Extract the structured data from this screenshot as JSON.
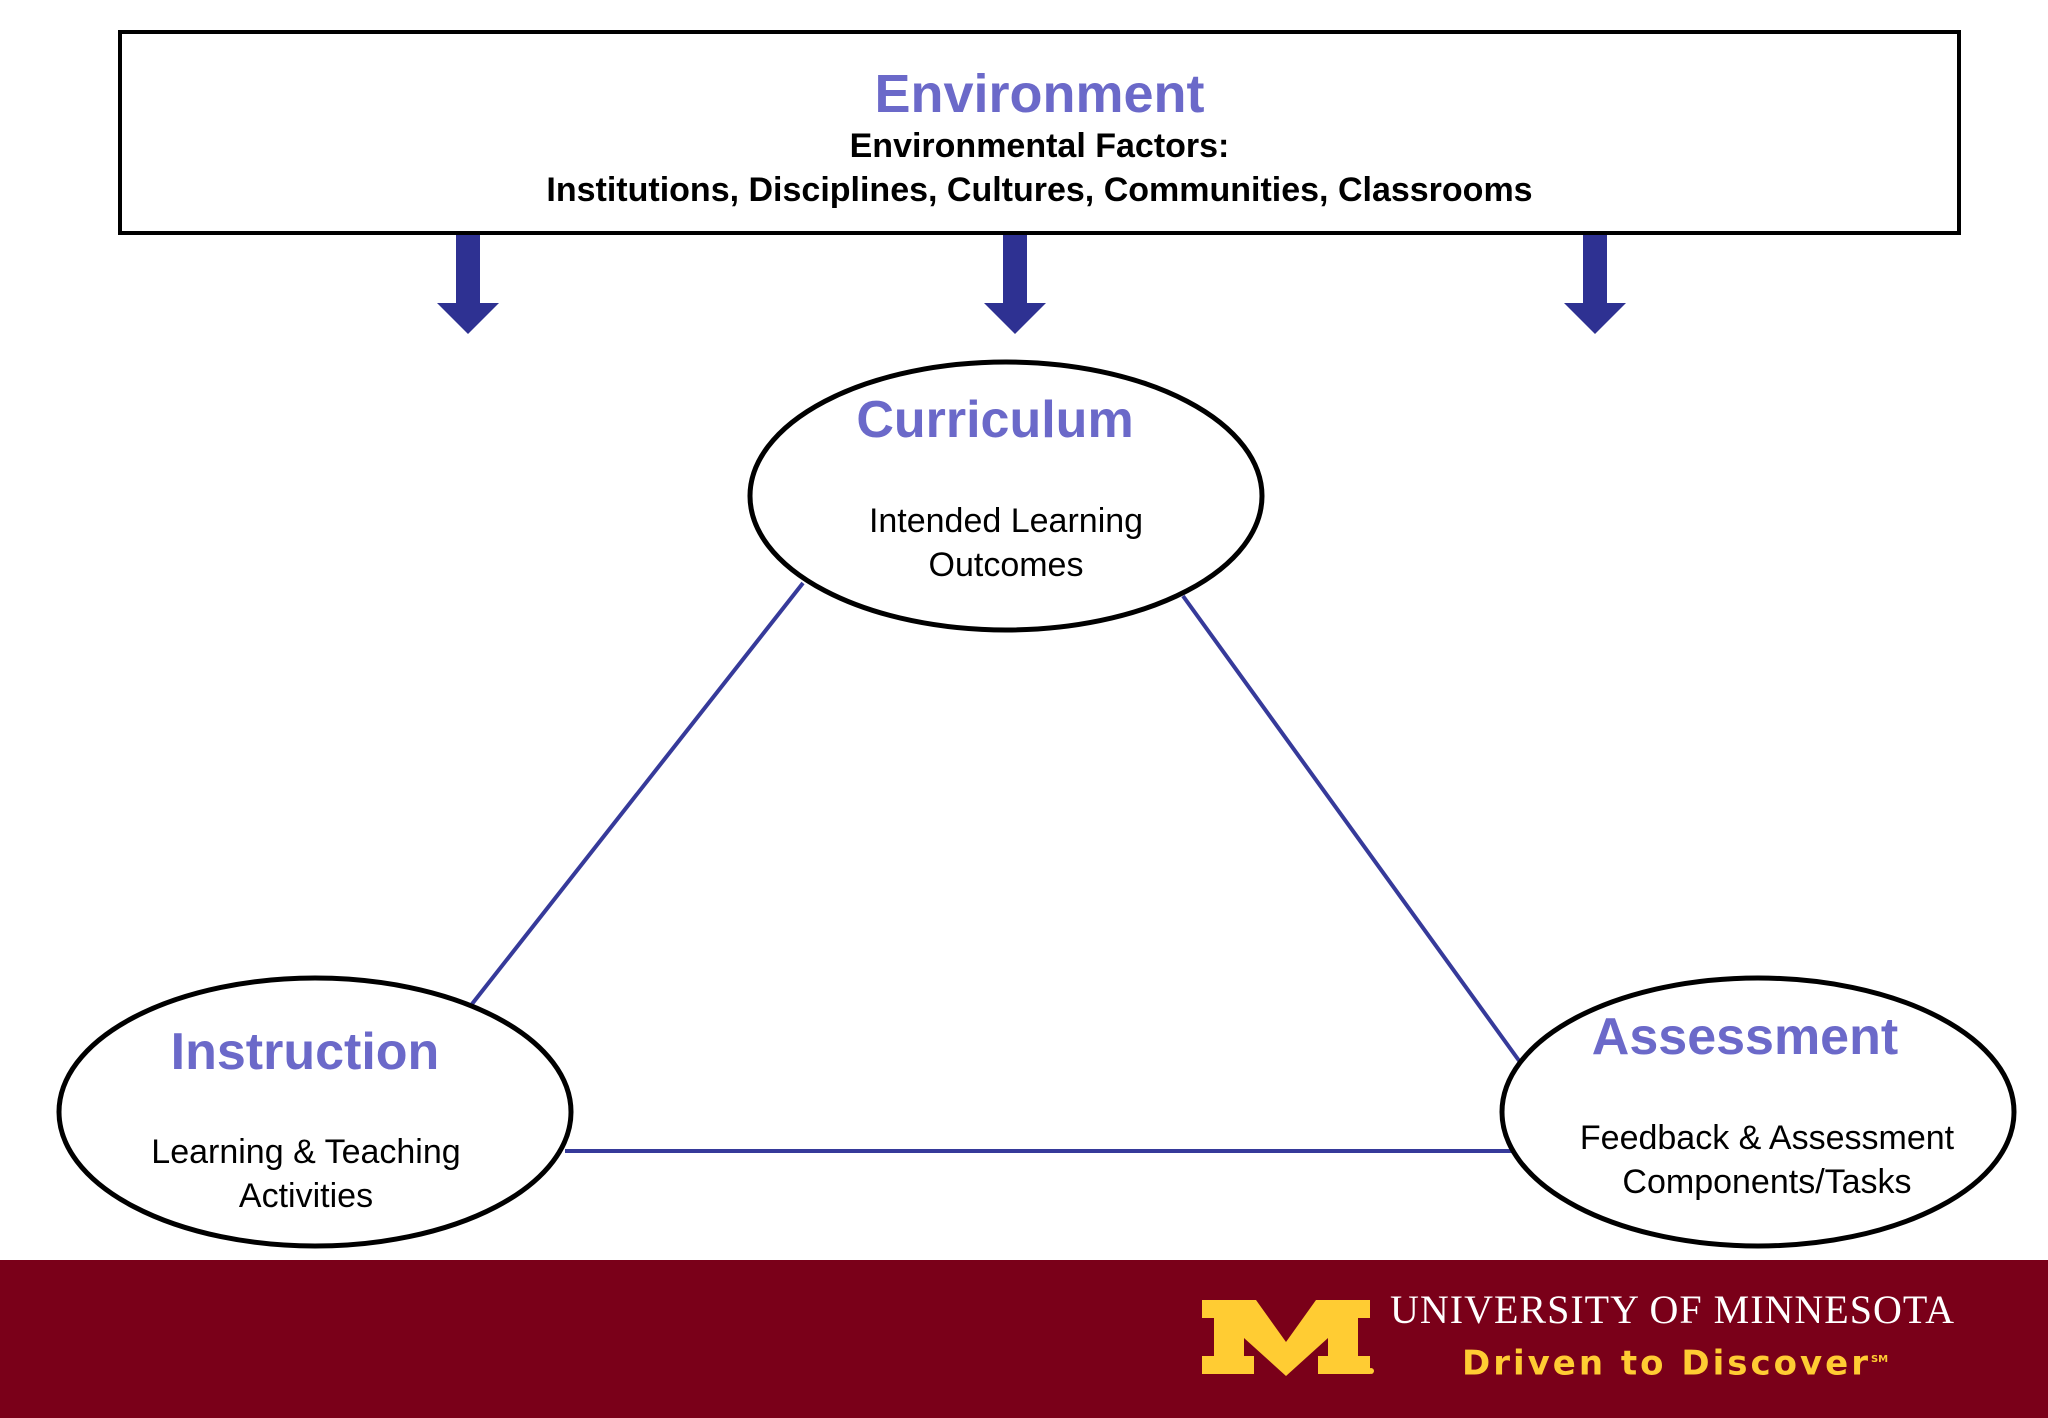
{
  "colors": {
    "heading": "#6b69c9",
    "arrow": "#2e3192",
    "connector": "#363a9a",
    "footer_bg": "#7a0019",
    "gold": "#ffcc33",
    "footer_text": "#ffffff"
  },
  "environment": {
    "title": "Environment",
    "subtitle": "Environmental Factors:",
    "factors": "Institutions, Disciplines, Cultures, Communities, Classrooms"
  },
  "nodes": {
    "curriculum": {
      "title": "Curriculum",
      "line1": "Intended Learning",
      "line2": "Outcomes"
    },
    "instruction": {
      "title": "Instruction",
      "line1": "Learning & Teaching",
      "line2": "Activities"
    },
    "assessment": {
      "title": "Assessment",
      "line1": "Feedback & Assessment",
      "line2": "Components/Tasks"
    }
  },
  "footer": {
    "university": "UNIVERSITY OF MINNESOTA",
    "tagline": "Driven to Discover",
    "tagline_mark": "SM",
    "logo": "block-m-logo"
  }
}
